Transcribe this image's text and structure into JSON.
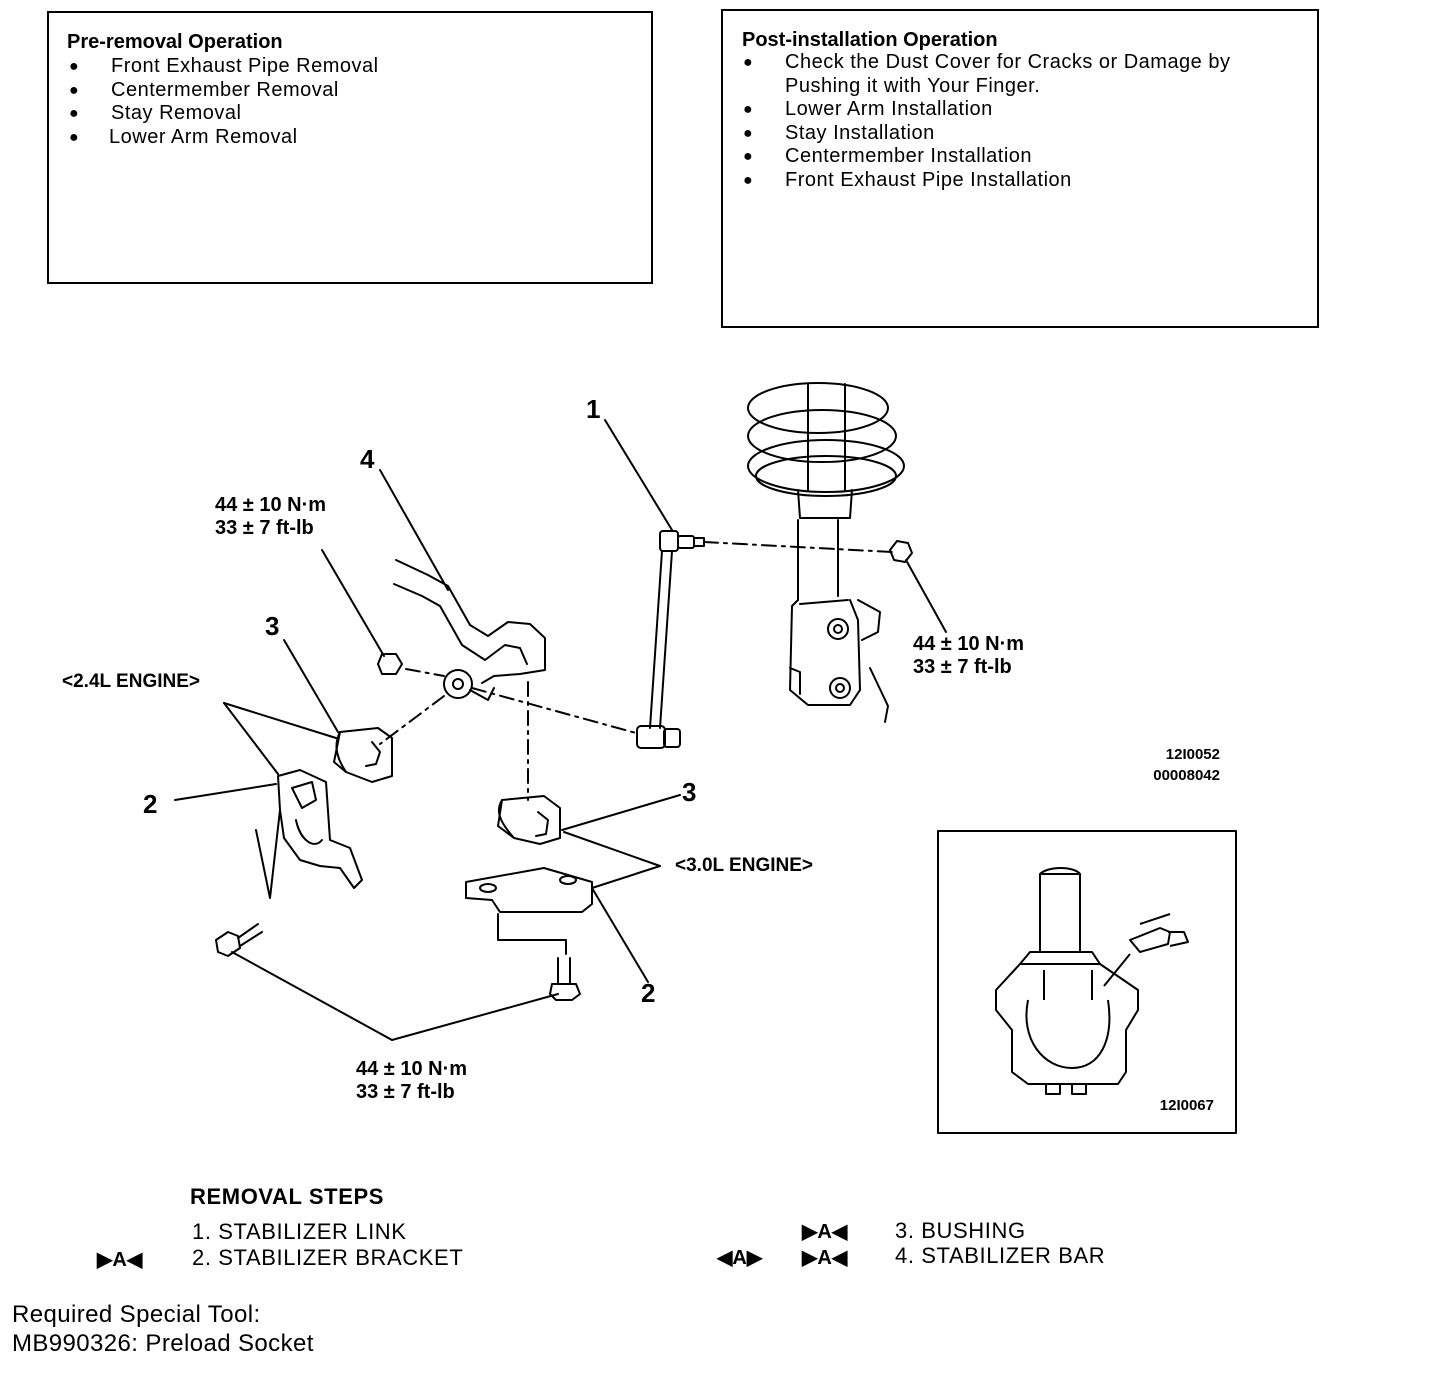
{
  "pre_removal": {
    "title": "Pre-removal Operation",
    "items": [
      "Front Exhaust Pipe Removal",
      "Centermember Removal",
      "Stay Removal",
      "Lower Arm Removal"
    ]
  },
  "post_installation": {
    "title": "Post-installation Operation",
    "items": [
      "Check the Dust Cover for Cracks or Damage by Pushing it with Your Finger.",
      "Lower Arm Installation",
      "Stay Installation",
      "Centermember Installation",
      "Front Exhaust Pipe Installation"
    ]
  },
  "bullet_symbol": "●",
  "diagram": {
    "callouts": [
      "1",
      "2",
      "3",
      "4"
    ],
    "torque_line1": "44 ± 10 N·m",
    "torque_line2": "33 ± 7 ft-lb",
    "engine_24": "<2.4L ENGINE>",
    "engine_30": "<3.0L ENGINE>",
    "fig_code_main": "12I0052",
    "fig_code_doc": "00008042",
    "fig_code_inset": "12I0067"
  },
  "removal_steps": {
    "title": "REMOVAL STEPS",
    "steps": [
      "1. STABILIZER LINK",
      "2. STABILIZER BRACKET",
      "3. BUSHING",
      "4. STABILIZER BAR"
    ],
    "mark_install": "▶A◀",
    "mark_remove": "◀A▶"
  },
  "special_tool": {
    "line1": "Required Special Tool:",
    "line2": "MB990326: Preload Socket"
  }
}
